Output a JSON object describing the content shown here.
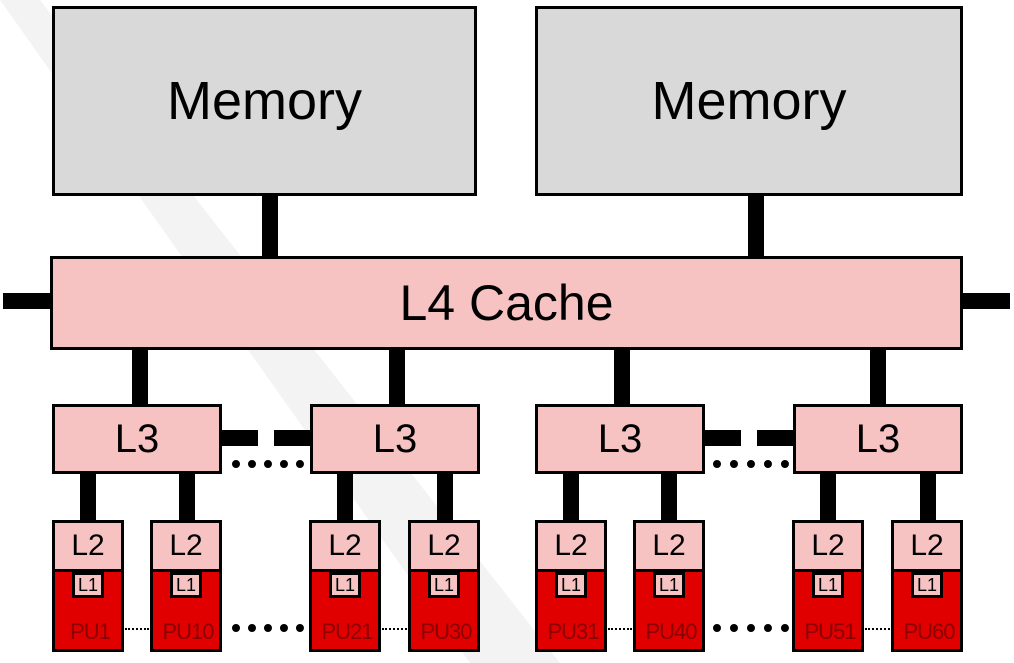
{
  "memory": [
    {
      "label": "Memory"
    },
    {
      "label": "Memory"
    }
  ],
  "l4": {
    "label": "L4 Cache"
  },
  "l3": [
    {
      "label": "L3"
    },
    {
      "label": "L3"
    },
    {
      "label": "L3"
    },
    {
      "label": "L3"
    }
  ],
  "processing_units": [
    {
      "l2": "L2",
      "l1": "L1",
      "pu": "PU1"
    },
    {
      "l2": "L2",
      "l1": "L1",
      "pu": "PU10"
    },
    {
      "l2": "L2",
      "l1": "L1",
      "pu": "PU21"
    },
    {
      "l2": "L2",
      "l1": "L1",
      "pu": "PU30"
    },
    {
      "l2": "L2",
      "l1": "L1",
      "pu": "PU31"
    },
    {
      "l2": "L2",
      "l1": "L1",
      "pu": "PU40"
    },
    {
      "l2": "L2",
      "l1": "L1",
      "pu": "PU51"
    },
    {
      "l2": "L2",
      "l1": "L1",
      "pu": "PU60"
    }
  ],
  "colors": {
    "memory_fill": "#d9d9d9",
    "cache_fill": "#f7c2c2",
    "pu_fill": "#e00000",
    "pu_text": "#8b0000",
    "line": "#000000"
  }
}
